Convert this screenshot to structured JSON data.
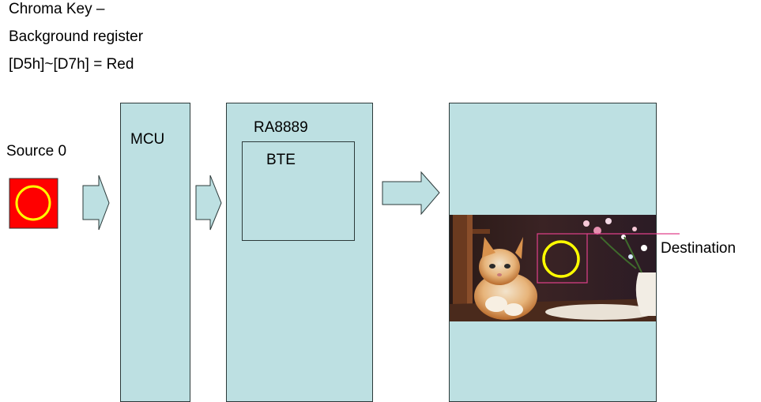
{
  "title": {
    "line1": "Chroma Key –",
    "line2": "Background register",
    "line3": "[D5h]~[D7h] = Red"
  },
  "source": {
    "label": "Source 0",
    "fill_color": "#ff0000",
    "circle_color": "#ffff00"
  },
  "mcu": {
    "label": "MCU"
  },
  "controller": {
    "label": "RA8889",
    "inner_label": "BTE"
  },
  "destination": {
    "label": "Destination",
    "marker_color": "#e0408a",
    "circle_color": "#ffff00"
  },
  "colors": {
    "panel_fill": "#bde0e2",
    "arrow_fill": "#bde0e2",
    "outline": "#2c3a3a"
  }
}
